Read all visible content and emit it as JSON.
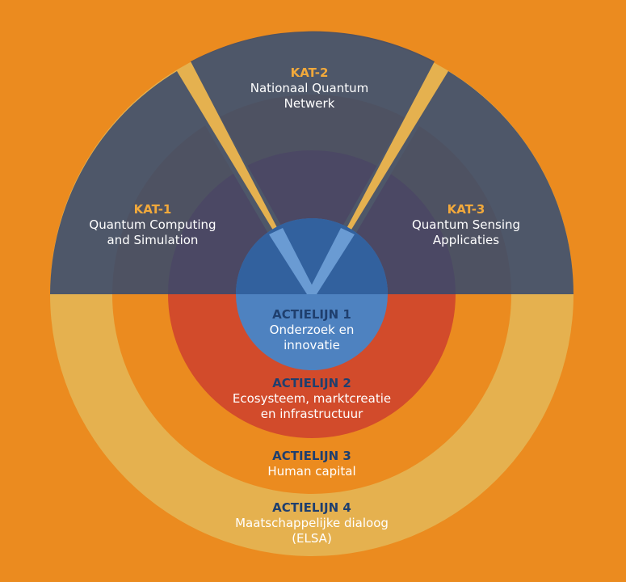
{
  "colors": {
    "background": "#EB8B1F",
    "ring_actielijn_4": "#E5B14F",
    "ring_actielijn_3": "#EB8B1F",
    "ring_actielijn_2": "#D24B2B",
    "core_actielijn_1": "#4E82C0",
    "kat_overlay": "#34486E",
    "code_kat": "#F2A93B",
    "code_actielijn": "#1F3F6E",
    "text": "#FFFFFF"
  },
  "kat": [
    {
      "code": "KAT-1",
      "name_line1": "Quantum Computing",
      "name_line2": "and Simulation"
    },
    {
      "code": "KAT-2",
      "name_line1": "Nationaal Quantum",
      "name_line2": "Netwerk"
    },
    {
      "code": "KAT-3",
      "name_line1": "Quantum Sensing",
      "name_line2": "Applicaties"
    }
  ],
  "actielijnen": [
    {
      "code": "ACTIELIJN 1",
      "name_line1": "Onderzoek en",
      "name_line2": "innovatie"
    },
    {
      "code": "ACTIELIJN 2",
      "name_line1": "Ecosysteem, marktcreatie",
      "name_line2": "en infrastructuur"
    },
    {
      "code": "ACTIELIJN 3",
      "name_line1": "Human capital"
    },
    {
      "code": "ACTIELIJN 4",
      "name_line1": "Maatschappelijke dialoog",
      "name_line2": "(ELSA)"
    }
  ]
}
